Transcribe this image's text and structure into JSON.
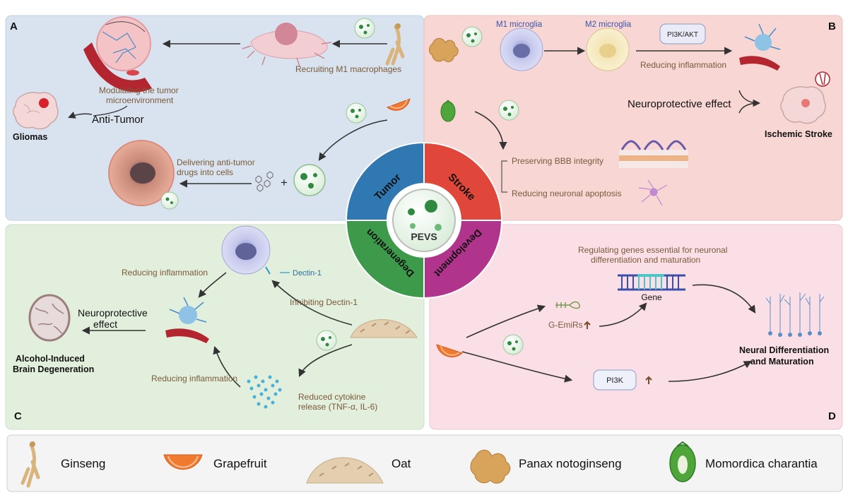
{
  "panels": {
    "a": {
      "letter": "A",
      "recruiting": "Recruiting M1 macrophages",
      "modulating_1": "Modulating the tumor",
      "modulating_2": "microenvironment",
      "anti_tumor": "Anti-Tumor",
      "gliomas": "Gliomas",
      "delivering_1": "Delivering anti-tumor",
      "delivering_2": "drugs into cells",
      "plus": "+"
    },
    "b": {
      "letter": "B",
      "m1": "M1 microglia",
      "m2": "M2 microglia",
      "pi3k_akt": "PI3K/AKT",
      "reducing_inflammation": "Reducing inflammation",
      "neuroprotective": "Neuroprotective effect",
      "ischemic": "Ischemic Stroke",
      "bbb": "Preserving BBB integrity",
      "apoptosis": "Reducing neuronal apoptosis"
    },
    "c": {
      "letter": "C",
      "reducing_inflammation_top": "Reducing inflammation",
      "dectin": "Dectin-1",
      "inhibiting": "Inhibiting Dectin-1",
      "neuro_1": "Neuroprotective",
      "neuro_2": "effect",
      "alcohol_1": "Alcohol-Induced",
      "alcohol_2": "Brain Degeneration",
      "reducing_inflammation_bottom": "Reducing inflammation",
      "cytokine_1": "Reduced cytokine",
      "cytokine_2": "release (TNF-α, IL-6)"
    },
    "d": {
      "letter": "D",
      "regulating_1": "Regulating genes essential for neuronal",
      "regulating_2": "differentiation and maturation",
      "gene": "Gene",
      "gemirs": "G-EmiRs",
      "pi3k": "PI3K",
      "neural_1": "Neural Differentiation",
      "neural_2": "and Maturation"
    }
  },
  "center": {
    "core": "PEVS",
    "tumor": "Tumor",
    "stroke": "Stroke",
    "degeneration": "Degeneration",
    "development": "Development"
  },
  "legend": [
    {
      "icon": "ginseng-icon",
      "label": "Ginseng"
    },
    {
      "icon": "grapefruit-icon",
      "label": "Grapefruit"
    },
    {
      "icon": "oat-icon",
      "label": "Oat"
    },
    {
      "icon": "panax-notoginseng-icon",
      "label": "Panax notoginseng"
    },
    {
      "icon": "momordica-charantia-icon",
      "label": "Momordica charantia"
    }
  ],
  "colors": {
    "panel_a": "#d9e3ef",
    "panel_b": "#f7d6d4",
    "panel_c": "#e2efdc",
    "panel_d": "#fae0e6",
    "tumor": "#2f78b1",
    "stroke": "#e0463a",
    "degeneration": "#3d9a4a",
    "development": "#b0348c"
  }
}
